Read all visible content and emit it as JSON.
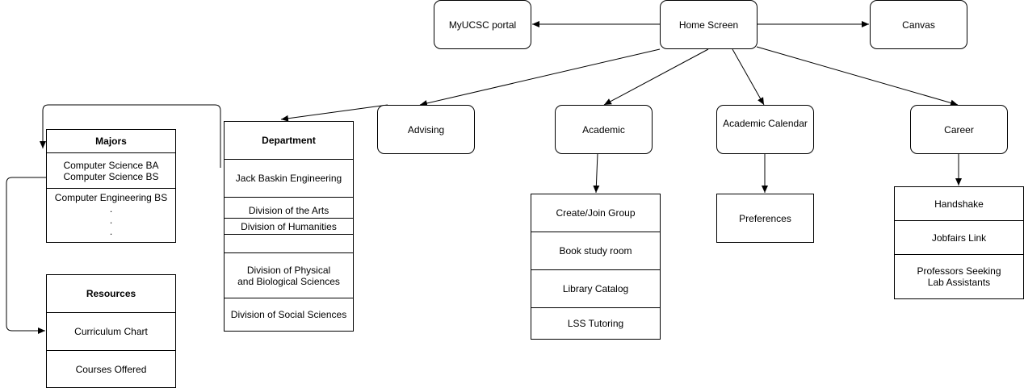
{
  "nodes": {
    "home": "Home Screen",
    "myucsc": "MyUCSC portal",
    "canvas": "Canvas",
    "advising": "Advising",
    "academic": "Academic",
    "academic_calendar": "Academic Calendar",
    "career": "Career",
    "preferences": "Preferences"
  },
  "majors": {
    "title": "Majors",
    "items": [
      "Computer Science BA\nComputer Science BS",
      "Computer Engineering BS\n.\n.\n."
    ]
  },
  "resources": {
    "title": "Resources",
    "items": [
      "Curriculum Chart",
      "Courses Offered"
    ]
  },
  "department": {
    "title": "Department",
    "items": [
      "Jack Baskin Engineering",
      "Division of the Arts",
      "Division of Physical\nand Biological Sciences",
      "Division of Social Sciences"
    ],
    "overlay": "Division of Humanities"
  },
  "academic_list": {
    "items": [
      "Create/Join Group",
      "Book study room",
      "Library Catalog",
      "LSS Tutoring"
    ]
  },
  "career_list": {
    "items": [
      "Handshake",
      "Jobfairs Link",
      "Professors Seeking\nLab Assistants"
    ]
  }
}
